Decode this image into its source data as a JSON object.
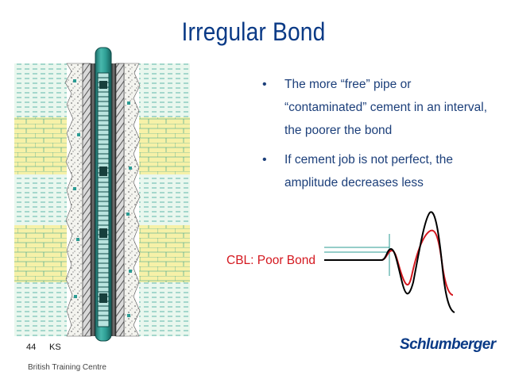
{
  "slide": {
    "title": "Irregular Bond",
    "bullets": [
      "The more “free” pipe or “contaminated” cement in an interval, the poorer the bond",
      "If cement job is not perfect, the amplitude decreases less"
    ],
    "bullet_symbol": "•",
    "cbl_label": "CBL: Poor Bond",
    "page_number": "44",
    "author_initials": "KS",
    "footer_text": "British Training Centre",
    "logo_text": "Schlumberger"
  },
  "colors": {
    "title": "#0a3a86",
    "bullet_text": "#1c3f7a",
    "cbl_label": "#d4181f",
    "formation_green": "#e9f7ee",
    "formation_yellow": "#f6f1a8",
    "grid_line": "#2a9a8a",
    "cement": "#f0f0ea",
    "pipe_teal": "#2b9b93"
  }
}
